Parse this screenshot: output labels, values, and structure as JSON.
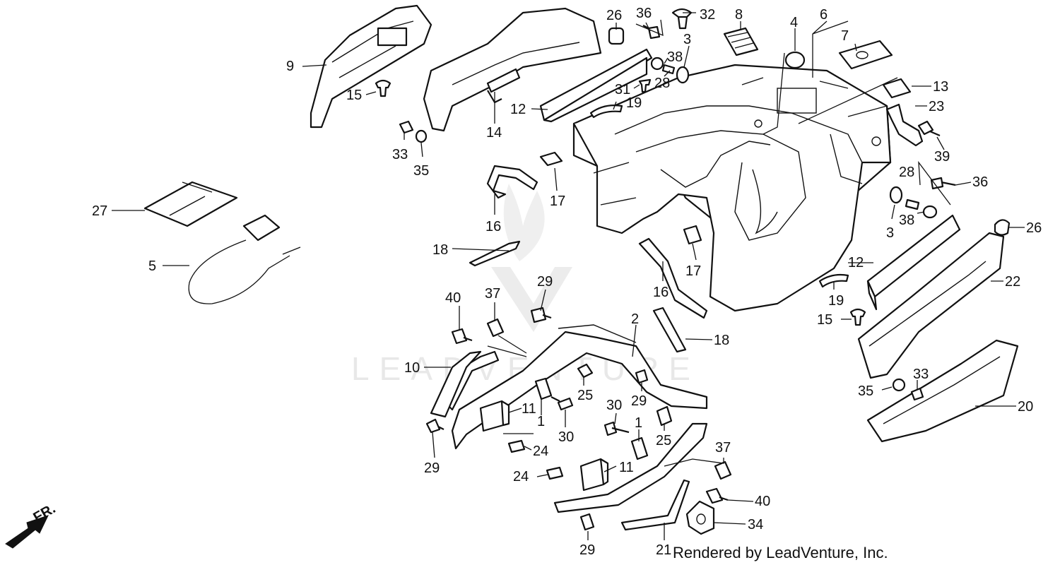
{
  "watermark": {
    "text": "LEADVENTURE"
  },
  "footer": {
    "credit": "Rendered by LeadVenture, Inc."
  },
  "direction": {
    "label": "FR."
  },
  "callouts": [
    {
      "id": "c26a",
      "text": "26"
    },
    {
      "id": "c36a",
      "text": "36"
    },
    {
      "id": "c32",
      "text": "32"
    },
    {
      "id": "c8",
      "text": "8"
    },
    {
      "id": "c4",
      "text": "4"
    },
    {
      "id": "c6",
      "text": "6"
    },
    {
      "id": "c7",
      "text": "7"
    },
    {
      "id": "c3a",
      "text": "3"
    },
    {
      "id": "c38a",
      "text": "38"
    },
    {
      "id": "c28a",
      "text": "28"
    },
    {
      "id": "c31",
      "text": "31"
    },
    {
      "id": "c19a",
      "text": "19"
    },
    {
      "id": "c9",
      "text": "9"
    },
    {
      "id": "c15a",
      "text": "15"
    },
    {
      "id": "c12a",
      "text": "12"
    },
    {
      "id": "c14",
      "text": "14"
    },
    {
      "id": "c33a",
      "text": "33"
    },
    {
      "id": "c35a",
      "text": "35"
    },
    {
      "id": "c13",
      "text": "13"
    },
    {
      "id": "c23",
      "text": "23"
    },
    {
      "id": "c39",
      "text": "39"
    },
    {
      "id": "c36b",
      "text": "36"
    },
    {
      "id": "c28b",
      "text": "28"
    },
    {
      "id": "c38b",
      "text": "38"
    },
    {
      "id": "c3b",
      "text": "3"
    },
    {
      "id": "c26b",
      "text": "26"
    },
    {
      "id": "c27",
      "text": "27"
    },
    {
      "id": "c5",
      "text": "5"
    },
    {
      "id": "c16a",
      "text": "16"
    },
    {
      "id": "c17a",
      "text": "17"
    },
    {
      "id": "c18a",
      "text": "18"
    },
    {
      "id": "c17b",
      "text": "17"
    },
    {
      "id": "c16b",
      "text": "16"
    },
    {
      "id": "c12b",
      "text": "12"
    },
    {
      "id": "c22",
      "text": "22"
    },
    {
      "id": "c19b",
      "text": "19"
    },
    {
      "id": "c15b",
      "text": "15"
    },
    {
      "id": "c40a",
      "text": "40"
    },
    {
      "id": "c37a",
      "text": "37"
    },
    {
      "id": "c29a",
      "text": "29"
    },
    {
      "id": "c2",
      "text": "2"
    },
    {
      "id": "c18b",
      "text": "18"
    },
    {
      "id": "c10",
      "text": "10"
    },
    {
      "id": "c25a",
      "text": "25"
    },
    {
      "id": "c29b",
      "text": "29"
    },
    {
      "id": "c11a",
      "text": "11"
    },
    {
      "id": "c1a",
      "text": "1"
    },
    {
      "id": "c30a",
      "text": "30"
    },
    {
      "id": "c30b",
      "text": "30"
    },
    {
      "id": "c25b",
      "text": "25"
    },
    {
      "id": "c1b",
      "text": "1"
    },
    {
      "id": "c24a",
      "text": "24"
    },
    {
      "id": "c24b",
      "text": "24"
    },
    {
      "id": "c29c",
      "text": "29"
    },
    {
      "id": "c11b",
      "text": "11"
    },
    {
      "id": "c37b",
      "text": "37"
    },
    {
      "id": "c40b",
      "text": "40"
    },
    {
      "id": "c34",
      "text": "34"
    },
    {
      "id": "c29d",
      "text": "29"
    },
    {
      "id": "c21",
      "text": "21"
    },
    {
      "id": "c33b",
      "text": "33"
    },
    {
      "id": "c35b",
      "text": "35"
    },
    {
      "id": "c20",
      "text": "20"
    }
  ]
}
